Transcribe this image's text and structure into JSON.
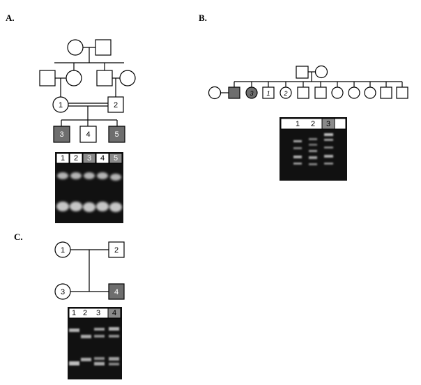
{
  "panels": {
    "a": {
      "label": "A.",
      "individuals": [
        {
          "id": "1",
          "sex": "female",
          "affected": false
        },
        {
          "id": "2",
          "sex": "male",
          "affected": false
        },
        {
          "id": "3",
          "sex": "male",
          "affected": true
        },
        {
          "id": "4",
          "sex": "male",
          "affected": false
        },
        {
          "id": "5",
          "sex": "male",
          "affected": true
        }
      ],
      "gel_lanes": [
        {
          "label": "1",
          "affected": false
        },
        {
          "label": "2",
          "affected": false
        },
        {
          "label": "3",
          "affected": true
        },
        {
          "label": "4",
          "affected": false
        },
        {
          "label": "5",
          "affected": true
        }
      ]
    },
    "b": {
      "label": "B.",
      "individuals": [
        {
          "id": "1",
          "sex": "male",
          "affected": false
        },
        {
          "id": "2",
          "sex": "female",
          "affected": false
        },
        {
          "id": "3",
          "sex": "female",
          "affected": true
        }
      ],
      "gel_lanes": [
        {
          "label": "1",
          "affected": false
        },
        {
          "label": "2",
          "affected": false
        },
        {
          "label": "3",
          "affected": true
        }
      ]
    },
    "c": {
      "label": "C.",
      "individuals": [
        {
          "id": "1",
          "sex": "female",
          "affected": false
        },
        {
          "id": "2",
          "sex": "male",
          "affected": false
        },
        {
          "id": "3",
          "sex": "female",
          "affected": false
        },
        {
          "id": "4",
          "sex": "male",
          "affected": true
        }
      ],
      "gel_lanes": [
        {
          "label": "1",
          "affected": false
        },
        {
          "label": "2",
          "affected": false
        },
        {
          "label": "3",
          "affected": false
        },
        {
          "label": "4",
          "affected": true
        }
      ]
    }
  },
  "colors": {
    "affected_fill": "#6e6e6e",
    "gel_background": "#111111",
    "band": "#d8d8d8"
  }
}
